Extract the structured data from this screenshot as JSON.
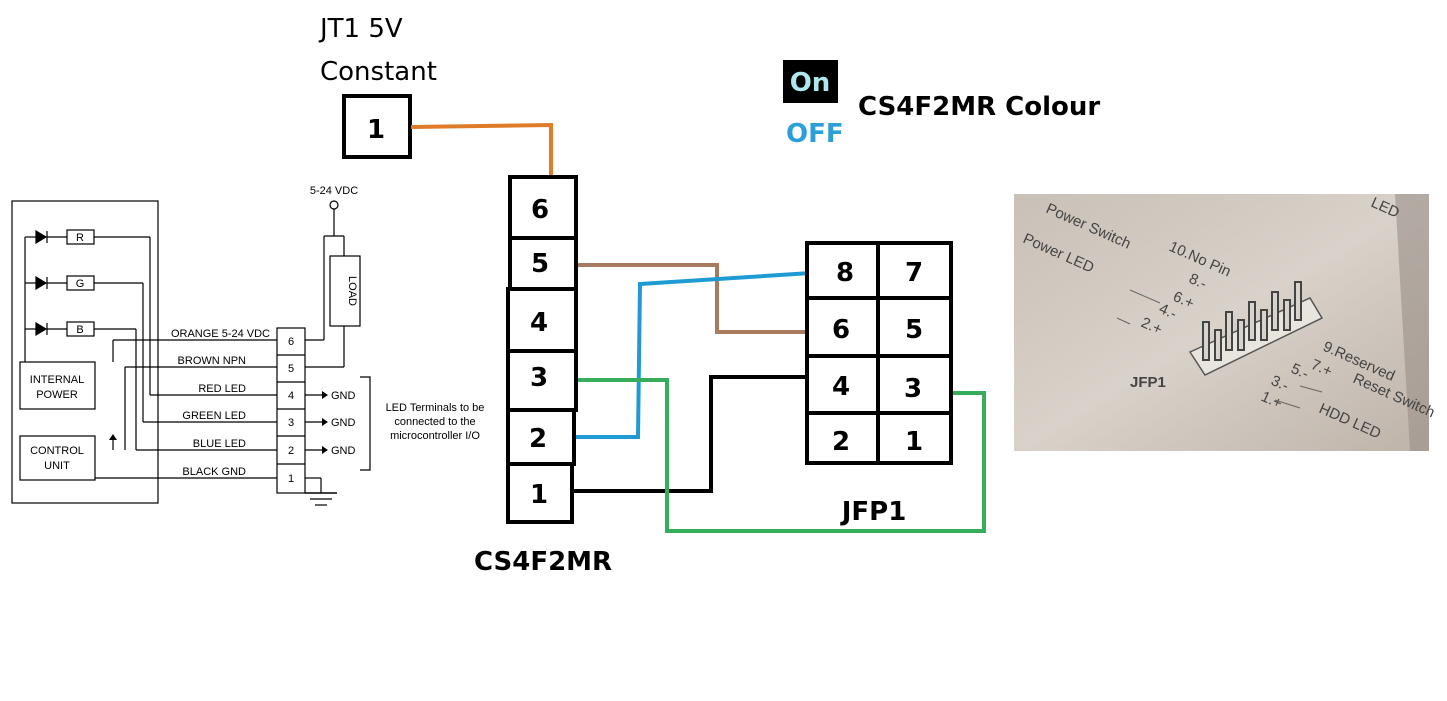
{
  "jt1": {
    "title_line1": "JT1 5V",
    "title_line2": "Constant",
    "pin": "1"
  },
  "legend": {
    "on_label": "On",
    "off_label": "OFF",
    "title": "CS4F2MR Colour",
    "on_bg": "#000000",
    "on_fg": "#aee7ee",
    "off_color": "#2b9fd8"
  },
  "cs4f2mr": {
    "title": "CS4F2MR",
    "pins": [
      "6",
      "5",
      "4",
      "3",
      "2",
      "1"
    ]
  },
  "jfp1": {
    "title": "JFP1",
    "pins": [
      [
        "8",
        "7"
      ],
      [
        "6",
        "5"
      ],
      [
        "4",
        "3"
      ],
      [
        "2",
        "1"
      ]
    ]
  },
  "wire_colors": {
    "orange": "#e07b2a",
    "brown": "#a87b5e",
    "blue": "#1f9bd4",
    "black": "#000000",
    "green": "#35ad5a"
  },
  "schematic": {
    "supply": "5-24 VDC",
    "load": "LOAD",
    "leds": [
      "R",
      "G",
      "B"
    ],
    "internal_power": [
      "INTERNAL",
      "POWER"
    ],
    "control_unit": [
      "CONTROL",
      "UNIT"
    ],
    "wires": [
      {
        "name": "ORANGE 5-24 VDC",
        "pin": "6",
        "out": ""
      },
      {
        "name": "BROWN NPN",
        "pin": "5",
        "out": ""
      },
      {
        "name": "RED LED",
        "pin": "4",
        "out": "GND"
      },
      {
        "name": "GREEN LED",
        "pin": "3",
        "out": "GND"
      },
      {
        "name": "BLUE LED",
        "pin": "2",
        "out": "GND"
      },
      {
        "name": "BLACK GND",
        "pin": "1",
        "out": ""
      }
    ],
    "note": [
      "LED Terminals to be",
      "connected to the",
      "microcontroller I/O"
    ]
  },
  "photo": {
    "title": "JFP1",
    "labels": {
      "power_switch": "Power Switch",
      "power_led": "Power LED",
      "no_pin": "10.No Pin",
      "p8": "8.-",
      "p6": "6.+",
      "p4": "4.-",
      "p2": "2.+",
      "p9": "9.Reserved",
      "p7": "7.+",
      "p5": "5.-",
      "p3": "3.-",
      "p1": "1.+",
      "reset": "Reset Switch",
      "hdd": "HDD LED",
      "corner": "LED"
    }
  }
}
